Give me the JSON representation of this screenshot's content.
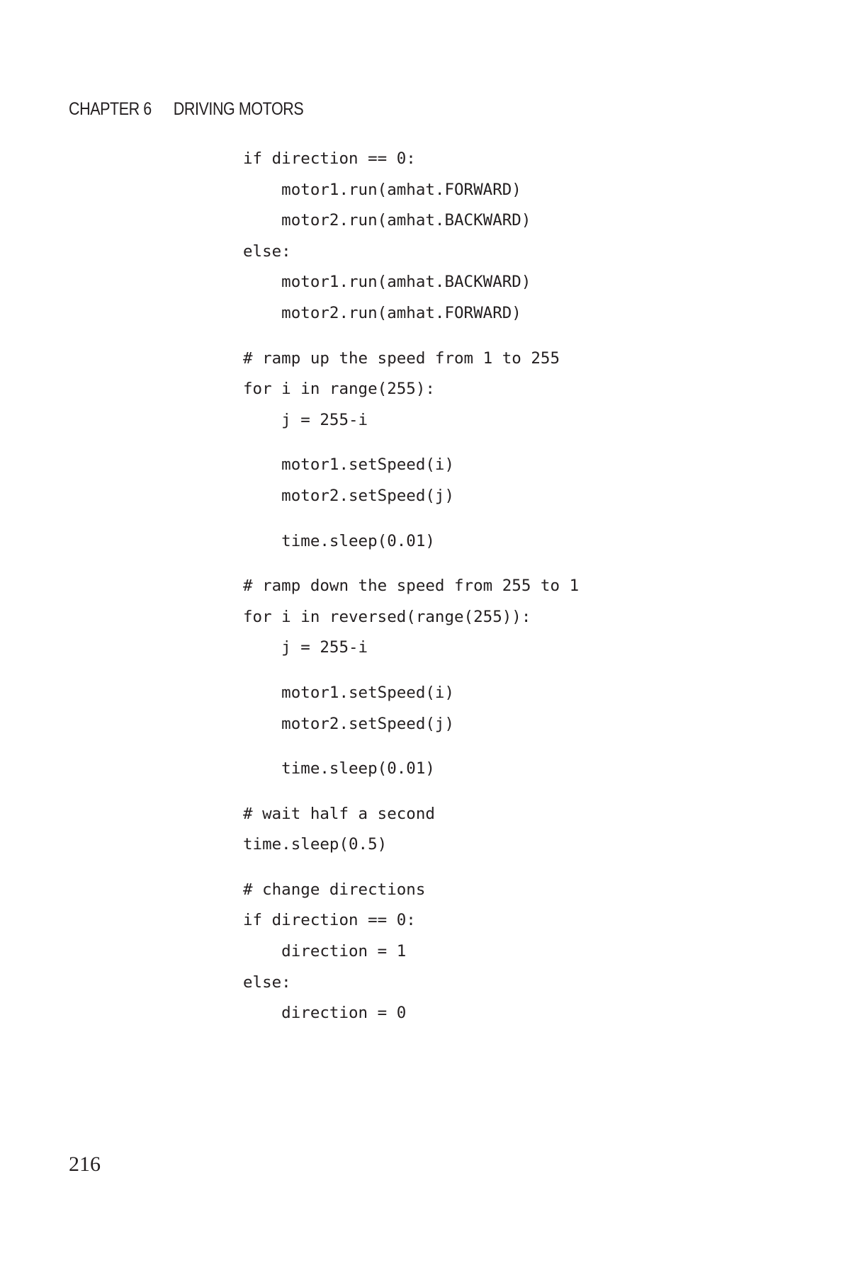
{
  "running_head": {
    "chapter": "CHAPTER 6",
    "title": "DRIVING MOTORS"
  },
  "code": {
    "block1": [
      "if direction == 0:",
      "    motor1.run(amhat.FORWARD)",
      "    motor2.run(amhat.BACKWARD)",
      "else:",
      "    motor1.run(amhat.BACKWARD)",
      "    motor2.run(amhat.FORWARD)"
    ],
    "block2": [
      "# ramp up the speed from 1 to 255",
      "for i in range(255):",
      "    j = 255-i"
    ],
    "block3": [
      "    motor1.setSpeed(i)",
      "    motor2.setSpeed(j)"
    ],
    "block4": [
      "    time.sleep(0.01)"
    ],
    "block5": [
      "# ramp down the speed from 255 to 1",
      "for i in reversed(range(255)):",
      "    j = 255-i"
    ],
    "block6": [
      "    motor1.setSpeed(i)",
      "    motor2.setSpeed(j)"
    ],
    "block7": [
      "    time.sleep(0.01)"
    ],
    "block8": [
      "# wait half a second",
      "time.sleep(0.5)"
    ],
    "block9": [
      "# change directions",
      "if direction == 0:",
      "    direction = 1",
      "else:",
      "    direction = 0"
    ]
  },
  "folio": {
    "page_number": "216"
  }
}
